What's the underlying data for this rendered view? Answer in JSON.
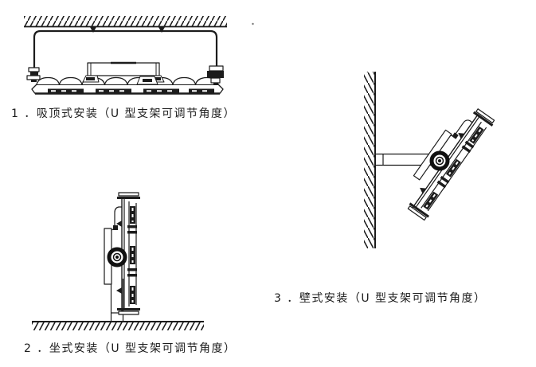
{
  "page": {
    "type": "installation-diagram-sheet",
    "background_color": "#ffffff",
    "line_color": "#1c1c1c"
  },
  "figures": [
    {
      "name": "ceiling-mount",
      "caption": "1 ．吸顶式安装（U 型支架可调节角度）"
    },
    {
      "name": "seat-mount",
      "caption": "2 ．坐式安装（U 型支架可调节角度）"
    },
    {
      "name": "wall-mount",
      "caption": "3 ．壁式安装（U 型支架可调节角度）"
    }
  ]
}
